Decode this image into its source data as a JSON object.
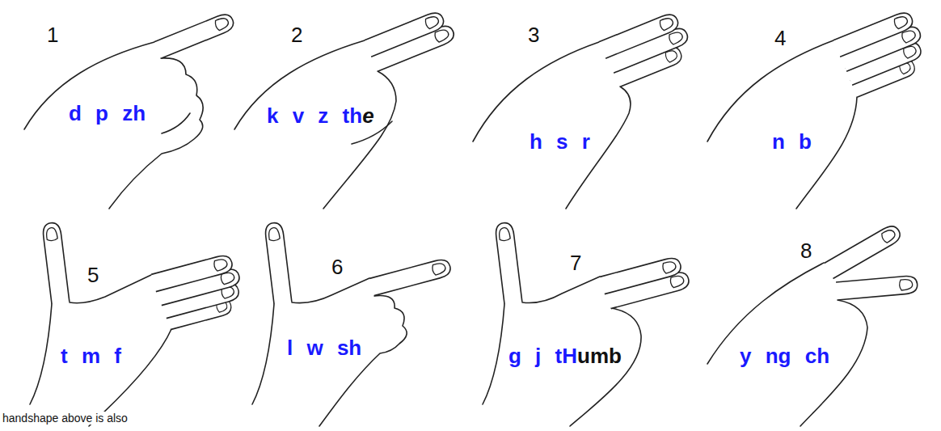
{
  "diagram": {
    "labels": [
      "1",
      "d p zh",
      "2",
      "k v z th",
      "e",
      "3",
      "h s r",
      "4",
      "n b",
      "5",
      "t m f",
      "6",
      "l w sh",
      "7",
      "g j tH",
      "umb",
      "8",
      "y ng ch",
      "handshape above is also"
    ]
  }
}
